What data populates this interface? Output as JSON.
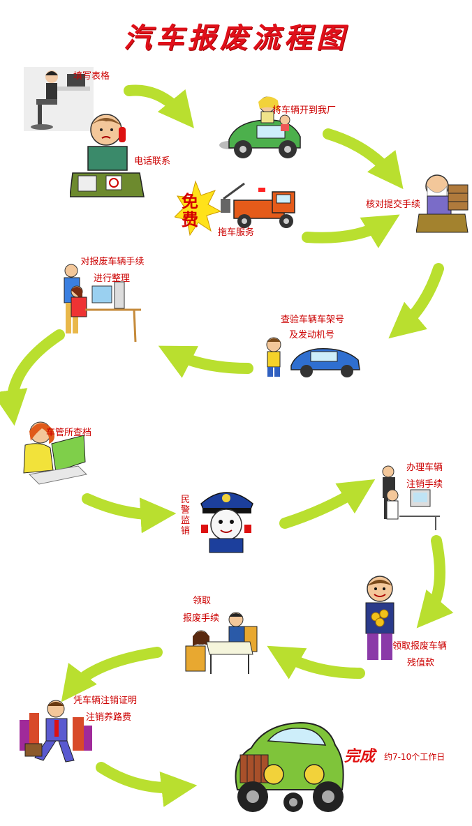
{
  "title": "汽车报废流程图",
  "steps": [
    {
      "id": "fill-form",
      "label": "填写表格"
    },
    {
      "id": "phone",
      "label": "电话联系"
    },
    {
      "id": "drive",
      "label": "将车辆开到我厂"
    },
    {
      "id": "tow",
      "label": "拖车服务"
    },
    {
      "id": "free-badge",
      "label": "免费"
    },
    {
      "id": "check",
      "label": "核对提交手续"
    },
    {
      "id": "organize",
      "lines": [
        "对报废车辆手续",
        "进行整理"
      ]
    },
    {
      "id": "inspect",
      "lines": [
        "查验车辆车架号",
        "及发动机号"
      ]
    },
    {
      "id": "dmv",
      "label": "车管所查档"
    },
    {
      "id": "police",
      "label": "民警监销"
    },
    {
      "id": "cancel",
      "lines": [
        "办理车辆",
        "注销手续"
      ]
    },
    {
      "id": "payment",
      "lines": [
        "领取报废车辆",
        "残值款"
      ]
    },
    {
      "id": "docs",
      "lines": [
        "领取",
        "报废手续"
      ]
    },
    {
      "id": "certificate",
      "lines": [
        "凭车辆注销证明",
        "注销养路费"
      ]
    },
    {
      "id": "complete",
      "label": "完成",
      "note": "约7-10个工作日"
    }
  ],
  "colors": {
    "arrow": "#b9df2f",
    "title": "#e0101a",
    "label": "#cc0000"
  }
}
